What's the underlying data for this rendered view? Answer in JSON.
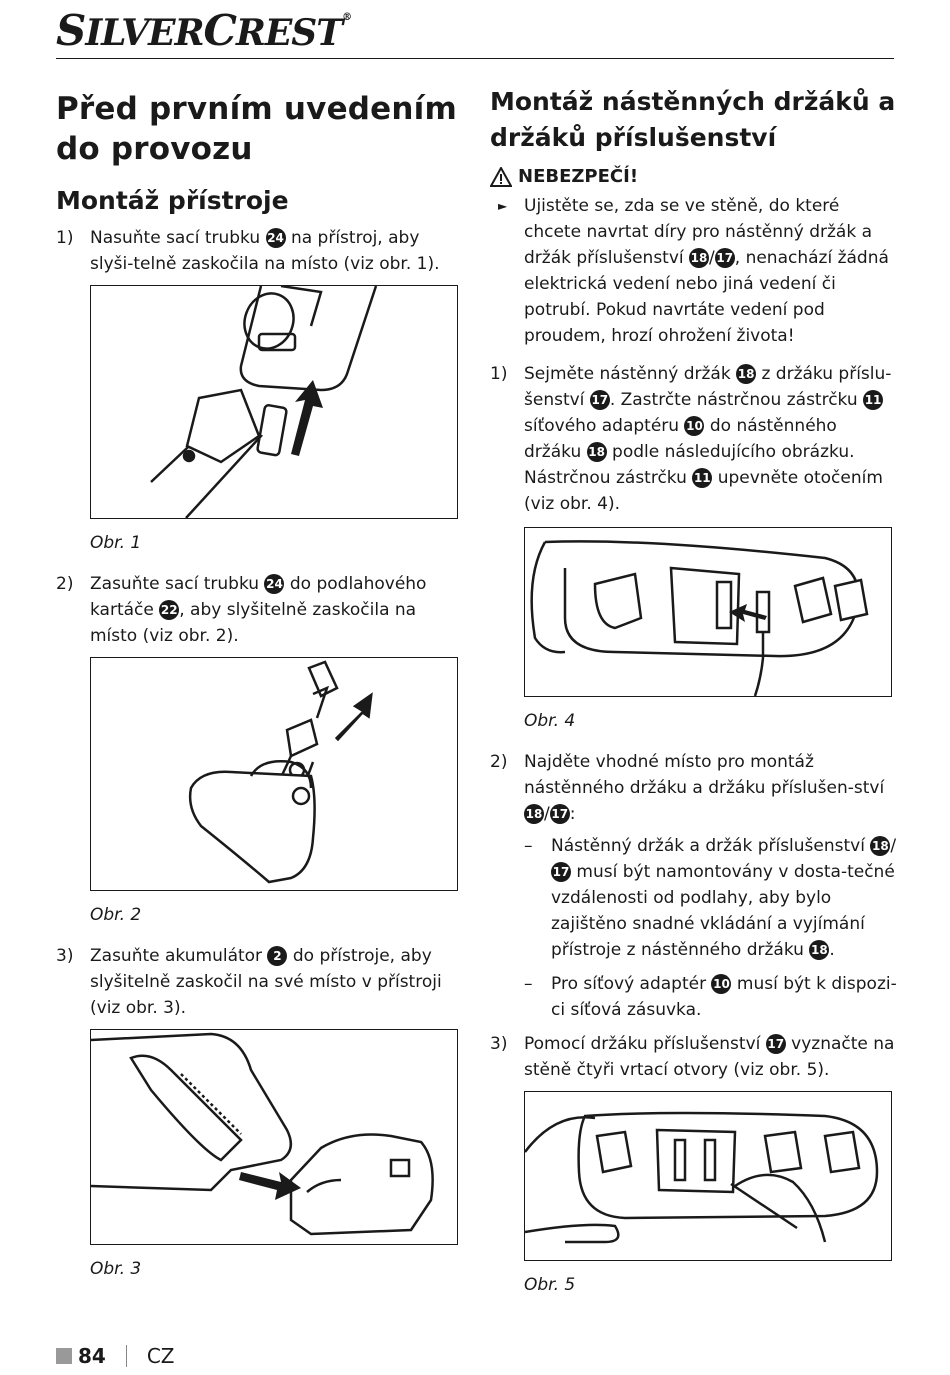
{
  "brand": {
    "part1": "S",
    "part2": "ILVER",
    "part3": "C",
    "part4": "REST",
    "mark": "®"
  },
  "left": {
    "title": "Před prvním uvedením do provozu",
    "subtitle": "Montáž přístroje",
    "step1": {
      "num": "1)",
      "a": "Nasuňte sací trubku ",
      "c1": "24",
      "b": " na přístroj, aby slyši-telně zaskočila na místo (viz obr. 1)."
    },
    "cap1": "Obr. 1",
    "step2": {
      "num": "2)",
      "a": "Zasuňte sací trubku ",
      "c1": "24",
      "b": " do podlahového kartáče ",
      "c2": "22",
      "c": ", aby slyšitelně zaskočila na místo (viz obr. 2)."
    },
    "cap2": "Obr. 2",
    "step3": {
      "num": "3)",
      "a": "Zasuňte akumulátor ",
      "c1": "2",
      "b": " do přístroje, aby slyšitelně zaskočil na své místo v přístroji (viz obr. 3)."
    },
    "cap3": "Obr. 3"
  },
  "right": {
    "title": "Montáž nástěnných držáků a držáků příslušenství",
    "danger": "NEBEZPEČÍ!",
    "bullet": {
      "a": "Ujistěte se, zda se ve stěně, do které chcete navrtat díry pro nástěnný držák a držák příslušenství ",
      "c1": "18",
      "s": "/",
      "c2": "17",
      "b": ", nenachází žádná elektrická vedení nebo jiná vedení či potrubí. Pokud navrtáte vedení pod proudem, hrozí ohrožení života!"
    },
    "step1": {
      "num": "1)",
      "a": "Sejměte nástěnný držák ",
      "c1": "18",
      "b": " z držáku příslu-šenství ",
      "c2": "17",
      "c": ". Zastrčte nástrčnou zástrčku ",
      "c3": "11",
      "d": " síťového adaptéru ",
      "c4": "10",
      "e": " do nástěnného držáku ",
      "c5": "18",
      "f": " podle následujícího obrázku. Nástrčnou zástrčku ",
      "c6": "11",
      "g": " upevněte otočením (viz obr. 4)."
    },
    "cap4": "Obr. 4",
    "step2": {
      "num": "2)",
      "a": "Najděte vhodné místo pro montáž nástěnného držáku a držáku příslušen-ství ",
      "c1": "18",
      "s": "/",
      "c2": "17",
      "b": ":"
    },
    "dash1": {
      "d": "–",
      "c1": "18",
      "s": "/",
      "c2": "17",
      "a": "Nástěnný držák a držák příslušenství ",
      "b": " musí být namontovány v dosta-tečné vzdálenosti od podlahy, aby bylo zajištěno snadné vkládání a vyjímání přístroje z nástěnného držáku ",
      "c3": "18",
      "c": "."
    },
    "dash2": {
      "d": "–",
      "a": "Pro síťový adaptér ",
      "c1": "10",
      "b": " musí být k dispozi-ci síťová zásuvka."
    },
    "step3": {
      "num": "3)",
      "a": "Pomocí držáku příslušenství ",
      "c1": "17",
      "b": " vyznačte na stěně čtyři vrtací otvory (viz obr. 5)."
    },
    "cap5": "Obr. 5"
  },
  "footer": {
    "page": "84",
    "lang": "CZ"
  }
}
